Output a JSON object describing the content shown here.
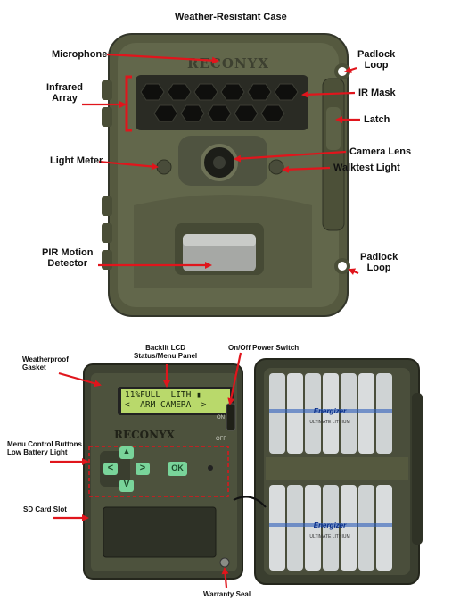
{
  "title": "Weather-Resistant Case",
  "callouts_top": {
    "microphone": "Microphone",
    "infrared_array": "Infrared\nArray",
    "light_meter": "Light Meter",
    "pir_motion_detector": "PIR Motion\nDetector",
    "padlock_loop_upper": "Padlock\nLoop",
    "ir_mask": "IR Mask",
    "latch": "Latch",
    "camera_lens": "Camera Lens",
    "walktest_light": "Walktest Light",
    "padlock_loop_lower": "Padlock\nLoop"
  },
  "callouts_bottom": {
    "weatherproof_gasket": "Weatherproof\nGasket",
    "backlit_lcd": "Backlit LCD\nStatus/Menu Panel",
    "power_switch": "On/Off Power Switch",
    "menu_buttons": "Menu Control Buttons\nLow Battery Light",
    "sd_card_slot": "SD Card Slot",
    "warranty_seal": "Warranty Seal"
  },
  "brand": "RECONYX",
  "lcd": {
    "line1": "11%FULL  LITH ▮",
    "line2": "<  ARM CAMERA  >"
  },
  "keypad": {
    "up": "▲",
    "down": "V",
    "left": "<",
    "right": ">",
    "ok": "OK"
  },
  "switch_labels": {
    "on": "ON",
    "off": "OFF"
  },
  "battery_brand": "Energizer",
  "battery_type": "ULTIMATE LITHIUM",
  "colors": {
    "arrow": "#e0151c",
    "case": "#5e6348",
    "case_dark": "#3f432f",
    "lcd": "#b9d96b",
    "button": "#79d49a"
  }
}
